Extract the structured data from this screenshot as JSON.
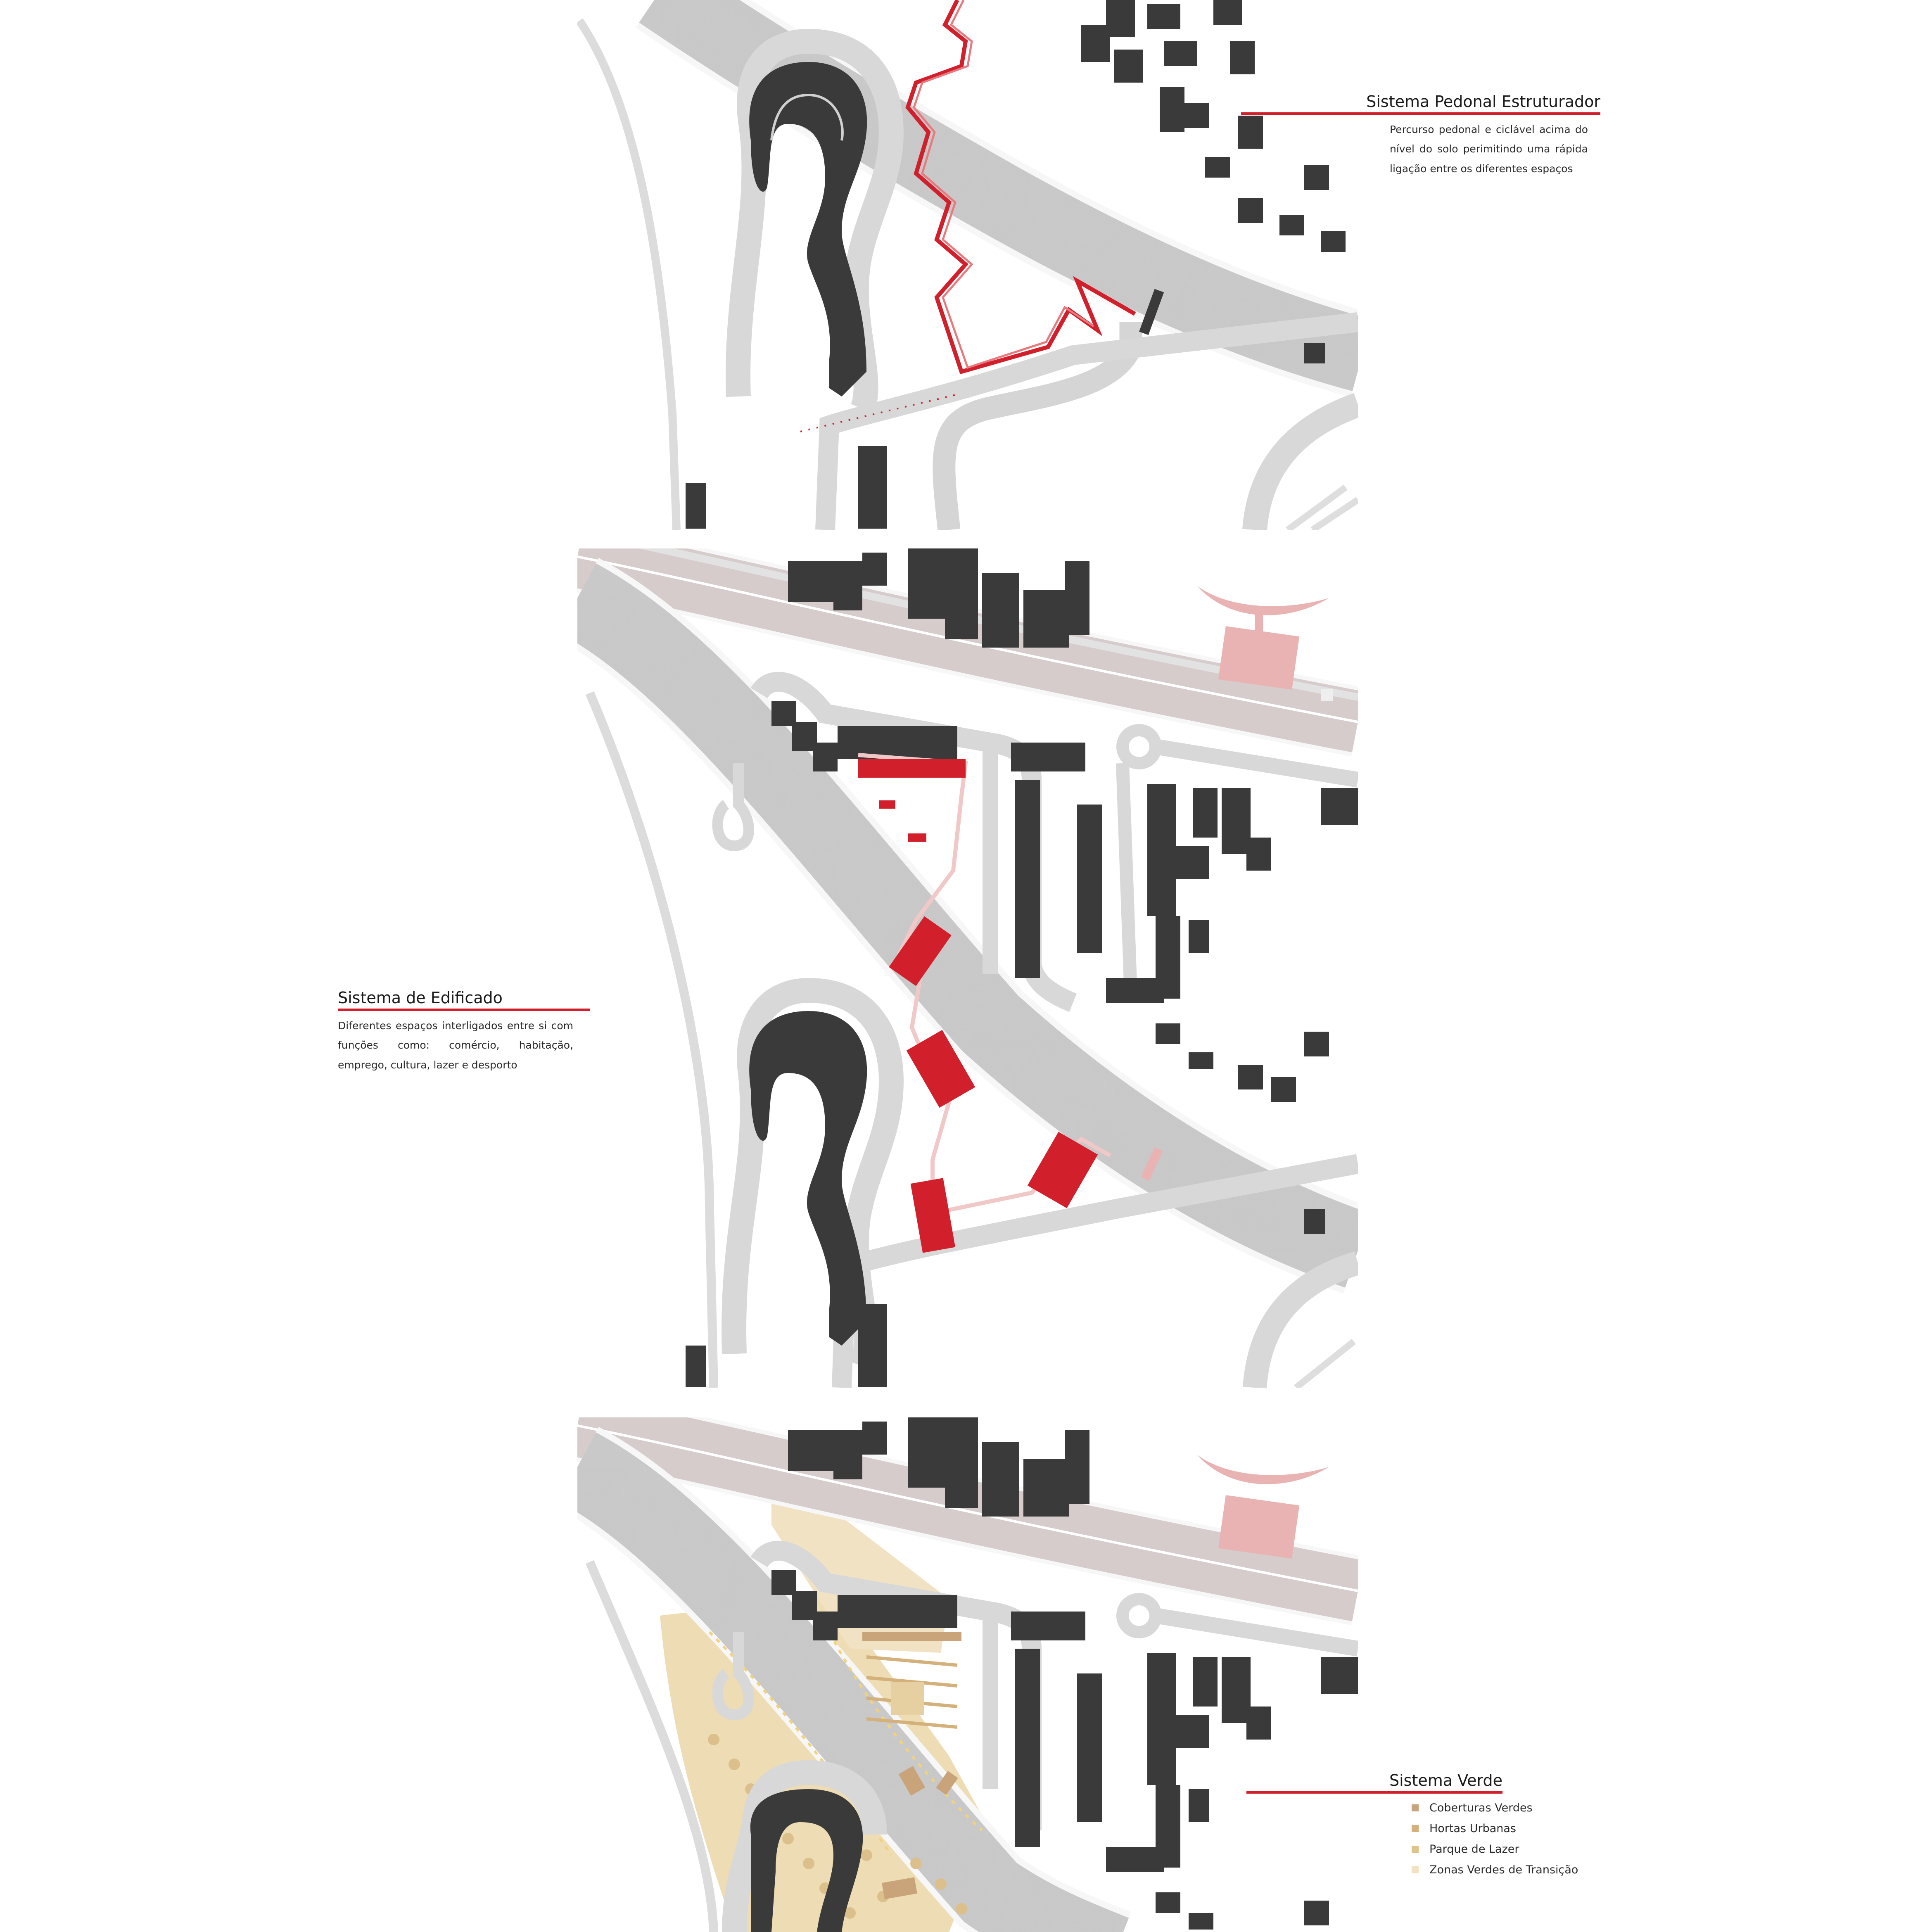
{
  "annotations": {
    "pedonal": {
      "title": "Sistema Pedonal Estruturador",
      "description": "Percurso pedonal e ciclável acima do nível do solo perimitindo uma rápida ligação entre os diferentes espaços"
    },
    "edificado": {
      "title": "Sistema de Edificado",
      "description": "Diferentes espaços interligados entre si com funções como: comércio, habitação, emprego, cultura, lazer e desporto"
    },
    "verde": {
      "title": "Sistema Verde",
      "legend": [
        {
          "label": "Coberturas Verdes",
          "color": "#c9a47a"
        },
        {
          "label": "Hortas Urbanas",
          "color": "#d4b07a"
        },
        {
          "label": "Parque de Lazer",
          "color": "#dfc48a"
        },
        {
          "label": "Zonas Verdes de Transição",
          "color": "#f0e2c2"
        }
      ]
    }
  },
  "colors": {
    "accent_red": "#d11f2b",
    "building_dark": "#3a3a3a",
    "road_grey": "#cfcfcf",
    "road_edge": "#f5f5f5",
    "pink_highlight": "#eab3b3",
    "green_tan": "#eddcb4"
  }
}
